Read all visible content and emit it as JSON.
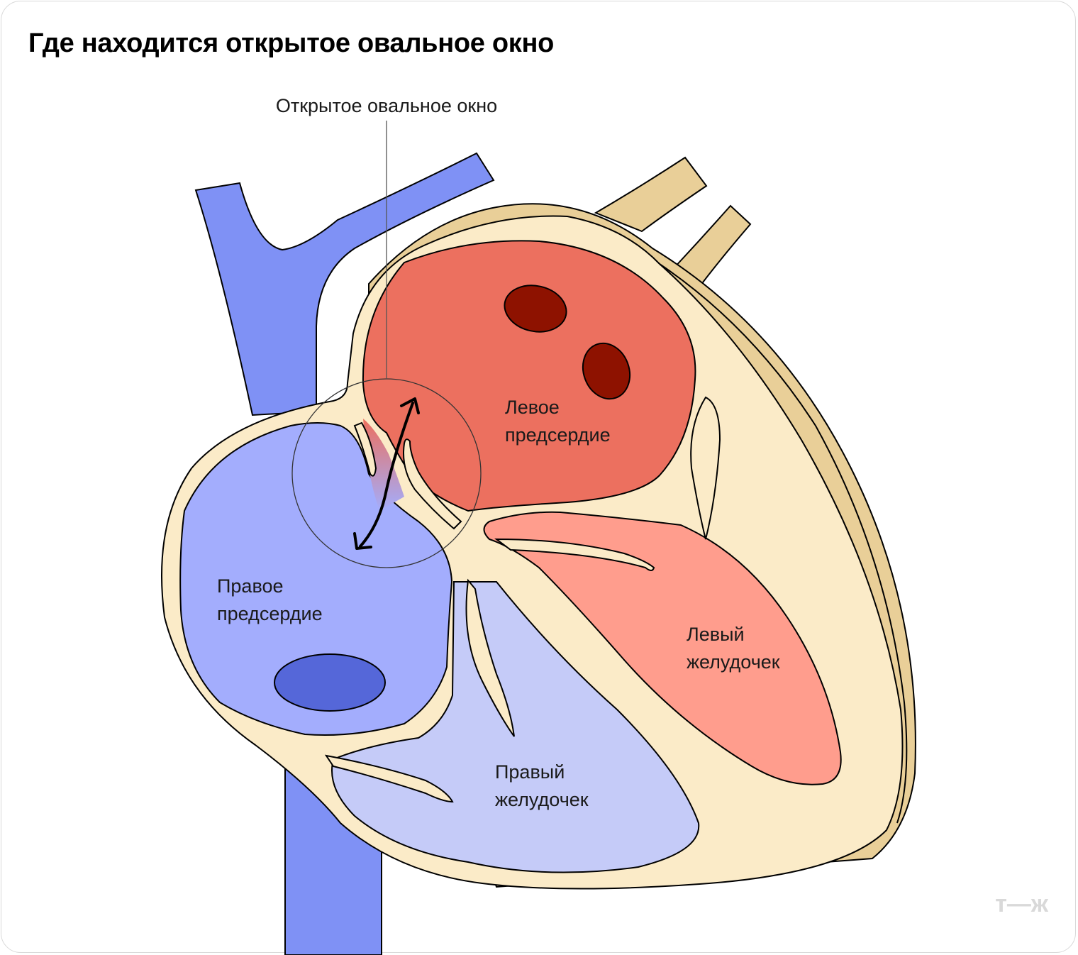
{
  "title": "Где находится открытое овальное окно",
  "labels": {
    "foramen_ovale": "Открытое овальное окно",
    "left_atrium": [
      "Левое",
      "предсердие"
    ],
    "right_atrium": [
      "Правое",
      "предсердие"
    ],
    "left_ventricle": [
      "Левый",
      "желудочек"
    ],
    "right_ventricle": [
      "Правый",
      "желудочек"
    ]
  },
  "logo": "т—ж",
  "colors": {
    "vein_blue": "#7f91f5",
    "right_atrium": "#a3adfd",
    "right_ventricle": "#c5cbf8",
    "left_atrium": "#ec705f",
    "left_ventricle": "#ff9d8d",
    "vessel_dark_red": "#8e1200",
    "vessel_dark_blue": "#5567d9",
    "wall": "#fbebc8",
    "outer_wall": "#e9cf98"
  }
}
